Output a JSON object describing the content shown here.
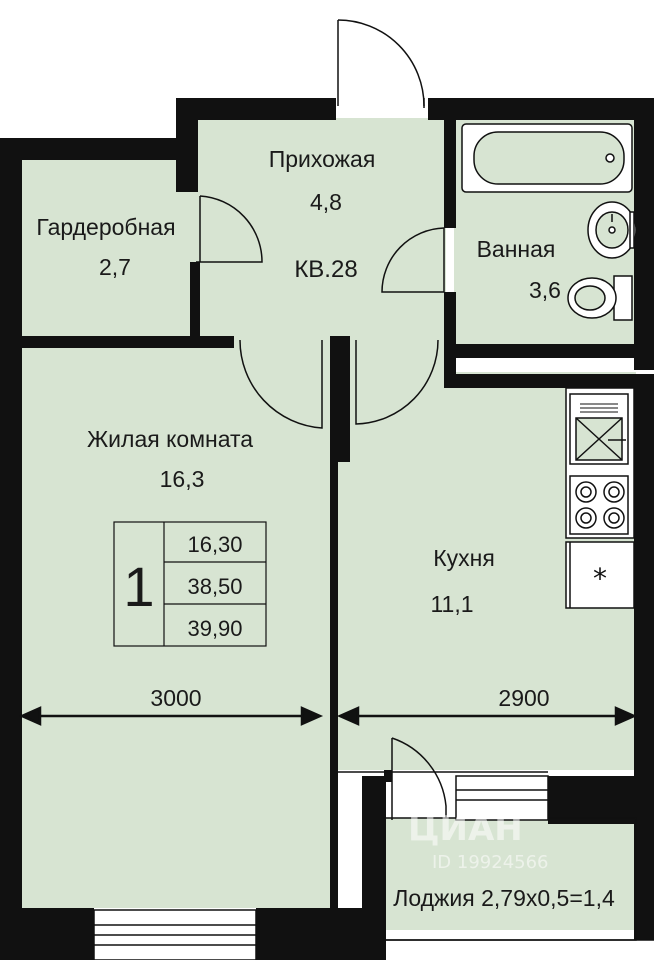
{
  "apartment": {
    "label": "КВ.28"
  },
  "rooms": {
    "hallway": {
      "name": "Прихожая",
      "area": "4,8"
    },
    "wardrobe": {
      "name": "Гардеробная",
      "area": "2,7"
    },
    "bathroom": {
      "name": "Ванная",
      "area": "3,6"
    },
    "living": {
      "name": "Жилая комната",
      "area": "16,3"
    },
    "kitchen": {
      "name": "Кухня",
      "area": "11,1"
    },
    "loggia": {
      "label": "Лоджия 2,79х0,5=1,4"
    }
  },
  "summary": {
    "rooms_count": "1",
    "living_area": "16,30",
    "total_area": "38,50",
    "total_with_loggia": "39,90"
  },
  "dimensions": {
    "living_width": "3000",
    "kitchen_width": "2900"
  },
  "watermark": {
    "brand": "ЦИАН",
    "id": "ID 19924566"
  },
  "colors": {
    "floor": "#d7e4d2",
    "wall": "#111111",
    "background": "#ffffff"
  }
}
